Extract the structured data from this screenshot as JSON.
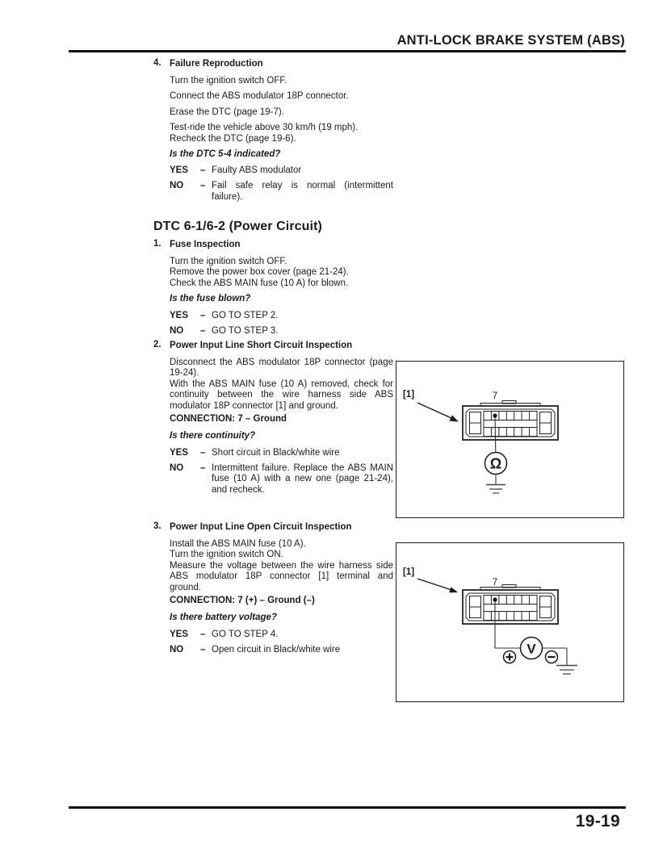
{
  "header": {
    "title": "ANTI-LOCK BRAKE SYSTEM (ABS)"
  },
  "footer": {
    "page_number": "19-19"
  },
  "step4": {
    "number": "4.",
    "title": "Failure Reproduction",
    "p1": "Turn the ignition switch OFF.",
    "p2": "Connect the ABS modulator 18P connector.",
    "p3": "Erase the DTC (page 19-7).",
    "p4": "Test-ride the vehicle above 30 km/h (19 mph).\nRecheck the DTC (page 19-6).",
    "question": "Is the DTC 5-4 indicated?",
    "answers": [
      {
        "label": "YES",
        "dash": "–",
        "text": "Faulty ABS modulator"
      },
      {
        "label": "NO",
        "dash": "–",
        "text": "Fail safe relay is normal (intermittent failure)."
      }
    ]
  },
  "dtc_heading": "DTC 6-1/6-2 (Power Circuit)",
  "step1": {
    "number": "1.",
    "title": "Fuse Inspection",
    "p1": "Turn the ignition switch OFF.\nRemove the power box cover (page 21-24).\nCheck the ABS MAIN fuse (10 A) for blown.",
    "question": "Is the fuse blown?",
    "answers": [
      {
        "label": "YES",
        "dash": "–",
        "text": "GO TO STEP 2."
      },
      {
        "label": "NO",
        "dash": "–",
        "text": "GO TO STEP 3."
      }
    ]
  },
  "step2": {
    "number": "2.",
    "title": "Power Input Line Short Circuit Inspection",
    "p1": "Disconnect the ABS modulator 18P connector (page 19-24).",
    "p2": "With the ABS MAIN fuse (10 A) removed, check for continuity between the wire harness side ABS modulator 18P connector [1] and ground.",
    "connection": "CONNECTION: 7 – Ground",
    "question": "Is there continuity?",
    "answers": [
      {
        "label": "YES",
        "dash": "–",
        "text": "Short circuit in Black/white wire"
      },
      {
        "label": "NO",
        "dash": "–",
        "text": "Intermittent failure. Replace the ABS MAIN fuse (10 A) with a new one (page 21-24), and recheck."
      }
    ]
  },
  "step3": {
    "number": "3.",
    "title": "Power Input Line Open Circuit Inspection",
    "p1": "Install the ABS MAIN fuse (10 A).\nTurn the ignition switch ON.",
    "p2": "Measure the voltage between the wire harness side ABS modulator 18P connector [1] terminal and ground.",
    "connection": "CONNECTION: 7 (+) – Ground (–)",
    "question": "Is there battery voltage?",
    "answers": [
      {
        "label": "YES",
        "dash": "–",
        "text": "GO TO STEP 4."
      },
      {
        "label": "NO",
        "dash": "–",
        "text": "Open circuit in Black/white wire"
      }
    ]
  },
  "figure1": {
    "ref_label": "[1]",
    "pin_label": "7",
    "meter_symbol": "Ω"
  },
  "figure2": {
    "ref_label": "[1]",
    "pin_label": "7",
    "meter_symbol": "V"
  }
}
